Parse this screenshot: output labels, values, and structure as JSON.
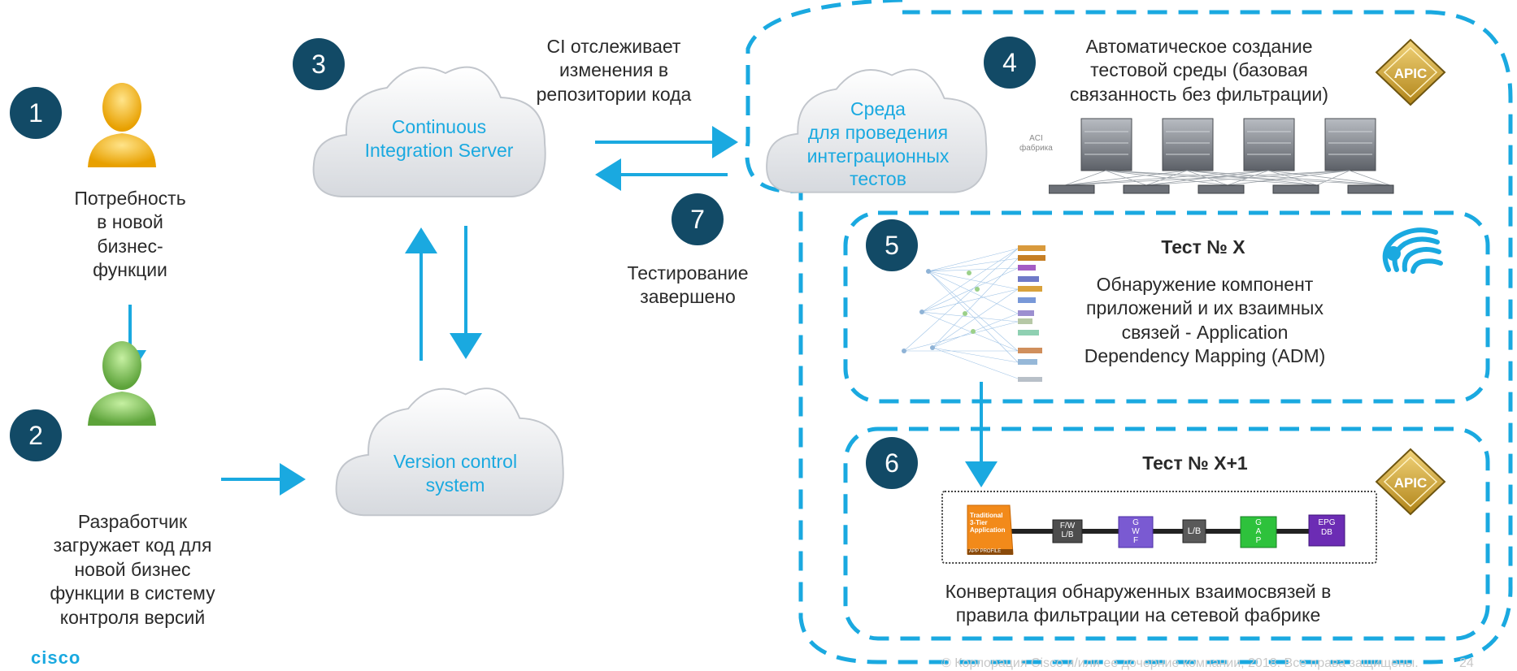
{
  "steps": {
    "s1": "1",
    "s2": "2",
    "s3": "3",
    "s4": "4",
    "s5": "5",
    "s6": "6",
    "s7": "7"
  },
  "business_need": [
    "Потребность",
    "в новой",
    "бизнес-",
    "функции"
  ],
  "developer": [
    "Разработчик",
    "загружает код для",
    "новой бизнес",
    "функции в систему",
    "контроля версий"
  ],
  "ci_server": [
    "Continuous",
    "Integration Server"
  ],
  "vcs": [
    "Version control",
    "system"
  ],
  "ci_tracks": [
    "CI отслеживает",
    "изменения в",
    "репозитории кода"
  ],
  "test_env": [
    "Среда",
    "для проведения",
    "интеграционных",
    "тестов"
  ],
  "testing_done": [
    "Тестирование",
    "завершено"
  ],
  "auto_create": [
    "Автоматическое создание",
    "тестовой среды (базовая",
    "связанность без фильтрации)"
  ],
  "aci_label": [
    "ACI",
    "фабрика"
  ],
  "apic_label": "APIC",
  "test_x": {
    "title": "Тест № X",
    "desc": [
      "Обнаружение компонент",
      "приложений и их взаимных",
      "связей  - Application",
      "Dependency Mapping (ADM)"
    ]
  },
  "test_x1": {
    "title": "Тест № X+1",
    "desc": [
      "Конвертация обнаруженных взаимосвязей в",
      "правила фильтрации на сетевой фабрике"
    ]
  },
  "chain": {
    "app": [
      "Traditional",
      "3-Tier",
      "Application"
    ],
    "app_profile": "APP PROFILE",
    "fw": [
      "F/W",
      "L/B"
    ],
    "web": [
      "G",
      "W",
      "F"
    ],
    "lb": "L/B",
    "app_tier": [
      "G",
      "A",
      "P"
    ],
    "db": [
      "EPG",
      "DB"
    ]
  },
  "logo": "cisco",
  "footer": "© Корпорация Cisco и/или ее дочерние компании, 2018. Все права защищены.",
  "page": "24",
  "colors": {
    "accent": "#1aa9e0",
    "step": "#124a66",
    "dash": "#1aa9e0"
  }
}
